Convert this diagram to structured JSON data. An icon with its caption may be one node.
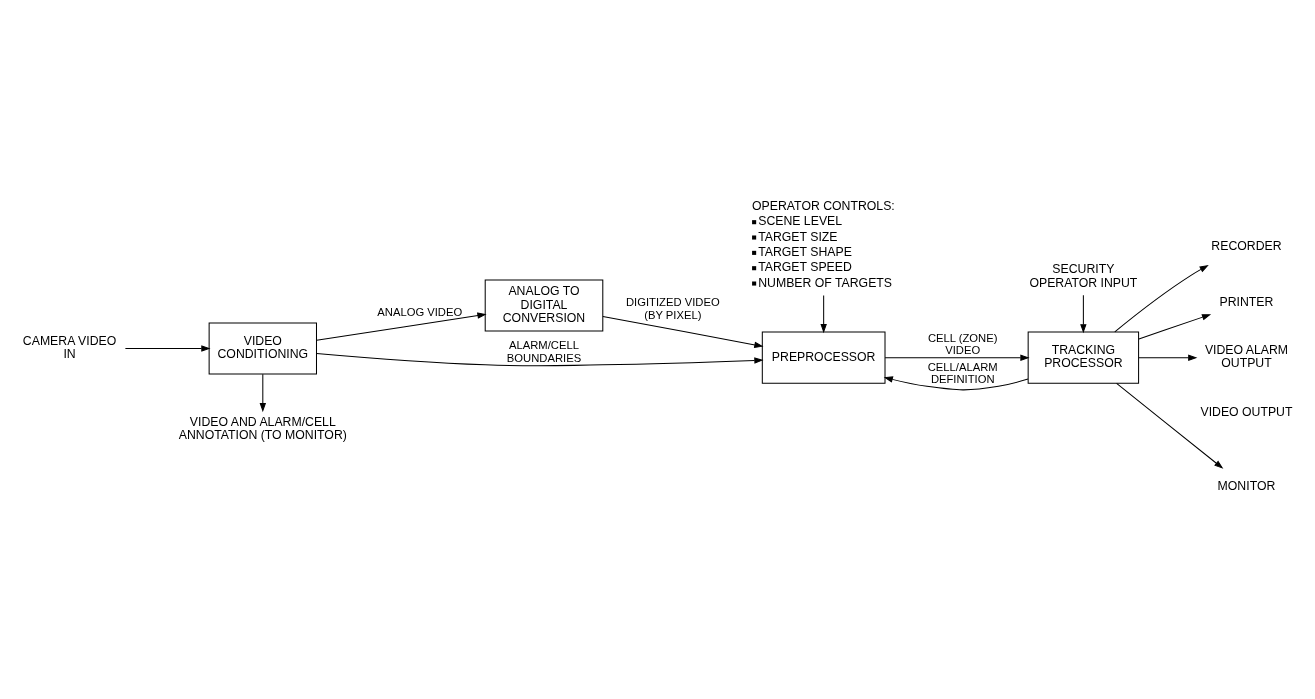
{
  "diagram": {
    "nodes": [
      {
        "text": [
          "CAMERA VIDEO IN"
        ]
      },
      {
        "text": [
          "VIDEO CONDITIONING"
        ]
      },
      {
        "text": [
          "ANALOG TO DIGITAL CONVERSION"
        ]
      },
      {
        "text": [
          "PREPROCESSOR"
        ]
      },
      {
        "text": [
          "TRACKING PROCESSOR"
        ]
      },
      {
        "text": [
          "OPERATOR CONTROLS:",
          "SCENE LEVEL",
          "TARGET SIZE",
          "TARGET SHAPE",
          "TARGET SPEED",
          "NUMBER OF TARGETS"
        ]
      },
      {
        "text": [
          "VIDEO AND ALARM/CELL ANNOTATION (TO MONITOR)"
        ]
      },
      {
        "text": [
          "MONITOR"
        ]
      },
      {
        "text": [
          "RECORDER"
        ]
      },
      {
        "text": [
          "PRINTER"
        ]
      },
      {
        "text": [
          "VIDEO ALARM OUTPUT"
        ]
      },
      {
        "text": [
          "SECURITY OPERATOR INPUT"
        ]
      }
    ],
    "edges": [
      {
        "from": 0,
        "to": 1,
        "arrow": "to"
      },
      {
        "from": 1,
        "to": 2,
        "arrow": "to",
        "label": "ANALOG VIDEO"
      },
      {
        "from": 2,
        "to": 3,
        "arrow": "to",
        "label": "DIGITIZED VIDEO (BY PIXEL)"
      },
      {
        "from": 3,
        "to": 4,
        "arrow": "to",
        "label": "CELL (ZONE) VIDEO"
      },
      {
        "from": 5,
        "to": 3,
        "arrow": "to"
      },
      {
        "from": 1,
        "to": 3,
        "arrow": "to",
        "label": "ALARM/CELL BOUNDARIES"
      },
      {
        "from": 4,
        "to": 3,
        "arrow": "to",
        "label": "CELL/ALARM DEFINITION"
      },
      {
        "from": 1,
        "to": 6,
        "arrow": "to"
      },
      {
        "from": 4,
        "to": 7,
        "arrow": "to"
      },
      {
        "from": 4,
        "to": 8,
        "arrow": "to"
      },
      {
        "from": 4,
        "to": 9,
        "arrow": "to"
      },
      {
        "from": 4,
        "to": 10,
        "arrow": "to"
      },
      {
        "from": 11,
        "to": 4,
        "arrow": "to"
      }
    ],
    "labels": [
      "VIDEO OUTPUT"
    ]
  }
}
